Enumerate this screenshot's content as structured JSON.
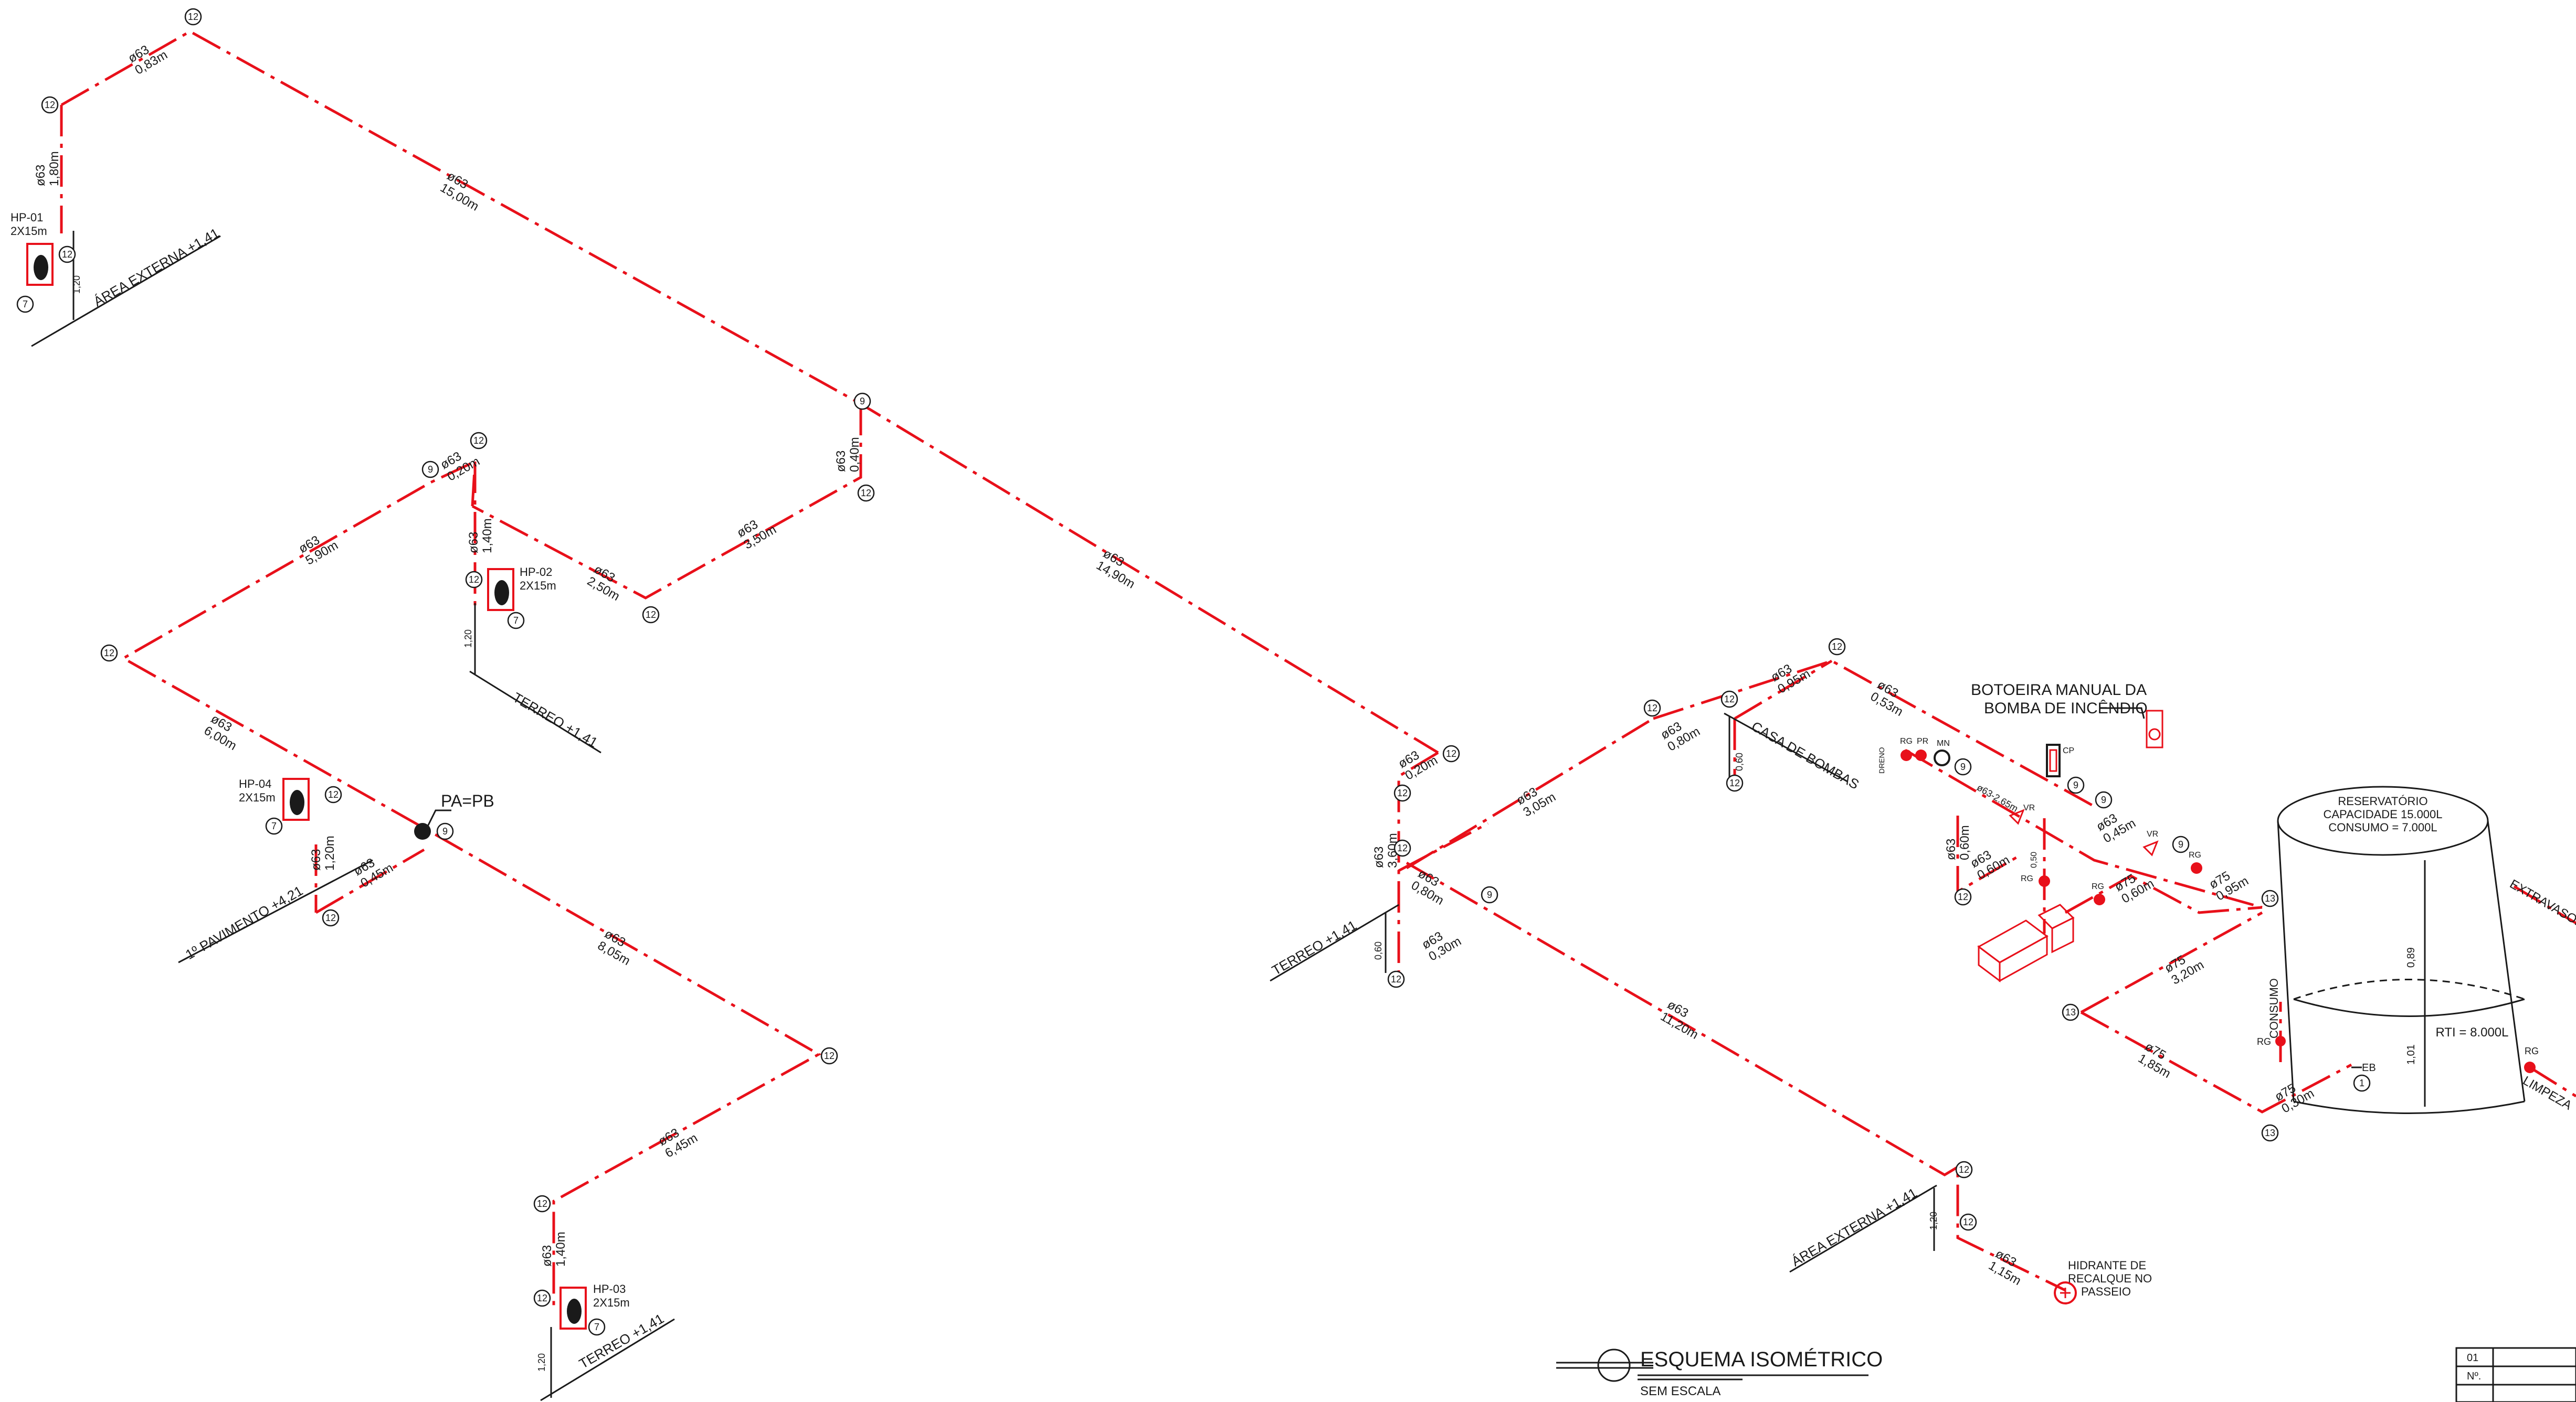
{
  "title": {
    "main": "ESQUEMA ISOMÉTRICO",
    "sub": "SEM ESCALA"
  },
  "diameters": {
    "d63": "ø63",
    "d75": "ø75",
    "d63to75": "ø63-2.65m"
  },
  "lengths": {
    "l083": "0,83m",
    "l180": "1,80m",
    "l1500": "15,00m",
    "l040": "0,40m",
    "l1490": "14,90m",
    "l020a": "0,20m",
    "l590": "5,90m",
    "l140a": "1,40m",
    "l250": "2,50m",
    "l350": "3,50m",
    "l600": "6,00m",
    "l120": "1,20m",
    "l045a": "0,45m",
    "l805": "8,05m",
    "l645": "6,45m",
    "l140b": "1,40m",
    "l020b": "0,20m",
    "l360": "3,60m",
    "l305": "3,05m",
    "l080": "0,80m",
    "l095a": "0,95m",
    "l053": "0,53m",
    "l080b": "0,80m",
    "l030a": "0,30m",
    "l1120": "11,20m",
    "l060a": "0,60m",
    "l060b": "0,60m",
    "l045b": "0,45m",
    "l060c": "0,60m",
    "l095b": "0,95m",
    "l320": "3,20m",
    "l185": "1,85m",
    "l030b": "0,30m",
    "l115": "1,15m"
  },
  "dims": {
    "d120": "1,20",
    "d060": "0,60",
    "d050": "0,50",
    "d089": "0,89",
    "d101": "1,01"
  },
  "hydrants": [
    {
      "id": "HP-01",
      "hose": "2X15m"
    },
    {
      "id": "HP-02",
      "hose": "2X15m"
    },
    {
      "id": "HP-03",
      "hose": "2X15m"
    },
    {
      "id": "HP-04",
      "hose": "2X15m"
    }
  ],
  "levels": {
    "ext1": "ÁREA EXTERNA +1,41",
    "ter1": "TERREO +1,41",
    "pav1": "1º PAVIMENTO +4,21",
    "ter2": "TERREO +1,41",
    "ter3": "TERREO +1,41",
    "ext2": "ÁREA EXTERNA +1,41",
    "casa": "CASA DE BOMBAS"
  },
  "notes": {
    "papb": "PA=PB",
    "botoeira1": "BOTOEIRA MANUAL DA",
    "botoeira2": "BOMBA DE INCÊNDIO",
    "recalque1": "HIDRANTE DE",
    "recalque2": "RECALQUE NO",
    "recalque3": "PASSEIO"
  },
  "tags": {
    "rg": "RG",
    "pr": "PR",
    "mn": "MN",
    "dreno": "DRENO",
    "vr": "VR",
    "cp": "CP",
    "eb": "EB"
  },
  "reservoir": {
    "title": "RESERVATÓRIO",
    "capacity": "CAPACIDADE 15.000L",
    "consumo_line": "CONSUMO = 7.000L",
    "rti": "RTI = 8.000L",
    "consumo": "CONSUMO",
    "extravasor": "EXTRAVASOR",
    "limpeza": "LIMPEZA"
  },
  "bubbles": {
    "b12": "12",
    "b7": "7",
    "b9": "9",
    "b13": "13",
    "b1": "1"
  },
  "table": {
    "row1": "01",
    "row2": "Nº."
  },
  "colors": {
    "pipe": "#e8101a",
    "ink": "#1a1a1a"
  }
}
